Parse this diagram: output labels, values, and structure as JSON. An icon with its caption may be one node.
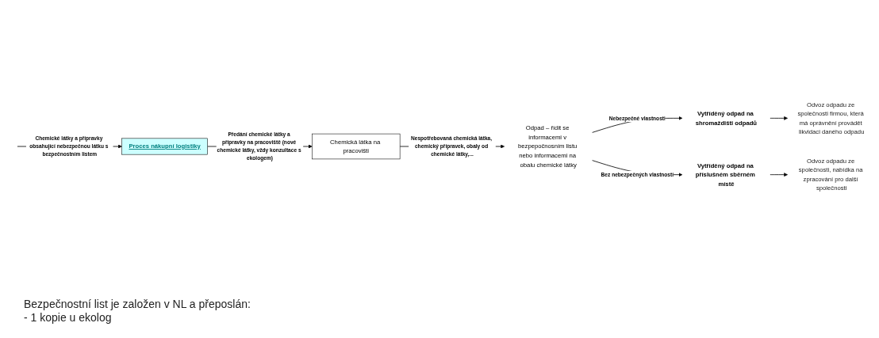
{
  "diagram": {
    "nodes": [
      {
        "text": [
          "Proces nákupní logistiky"
        ]
      },
      {
        "text": [
          "Chemická látka na pracovišti"
        ]
      },
      {
        "text": [
          "Odpad – řídit se informacemi v bezpepočnosním listu nebo informacemi na obalu chemické látky"
        ]
      },
      {
        "text": [
          "Vytříděný odpad na shromaždišti odpadů"
        ]
      },
      {
        "text": [
          "Vytříděný odpad na příslušném sběrném místě"
        ]
      },
      {
        "text": [
          "Odvoz odpadu ze společnosti firmou, která má oprávnění provádět likvidaci daného odpadu"
        ]
      },
      {
        "text": [
          "Odvoz odpadu ze společnosti, nabídka na zpracování pro další společnosti"
        ]
      }
    ],
    "edges": [
      {
        "from": null,
        "to": 0,
        "arrow": "to",
        "label": "Chemické látky a přípravky obsahující nebezpečnou látku s bezpečnostním listem"
      },
      {
        "from": 0,
        "to": 1,
        "arrow": "to",
        "label": "Předání chemické látky a přípravky na pracoviště (nové chemické látky, vždy konzultace s ekologem)"
      },
      {
        "from": 1,
        "to": 2,
        "arrow": "to",
        "label": "Nespotřebovaná chemická látka, chemický přípravek, obaly od chemické látky,..."
      },
      {
        "from": 2,
        "to": 3,
        "arrow": "to",
        "label": "Nebezpečné vlastnosti"
      },
      {
        "from": 2,
        "to": 4,
        "arrow": "to",
        "label": "Bez nebezpečných vlastností"
      },
      {
        "from": 3,
        "to": 5,
        "arrow": "to"
      },
      {
        "from": 4,
        "to": 6,
        "arrow": "to"
      }
    ],
    "labels": [
      "Bezpečnostní list je založen v NL a přeposlán:",
      "- 1 kopie u ekolog"
    ]
  }
}
